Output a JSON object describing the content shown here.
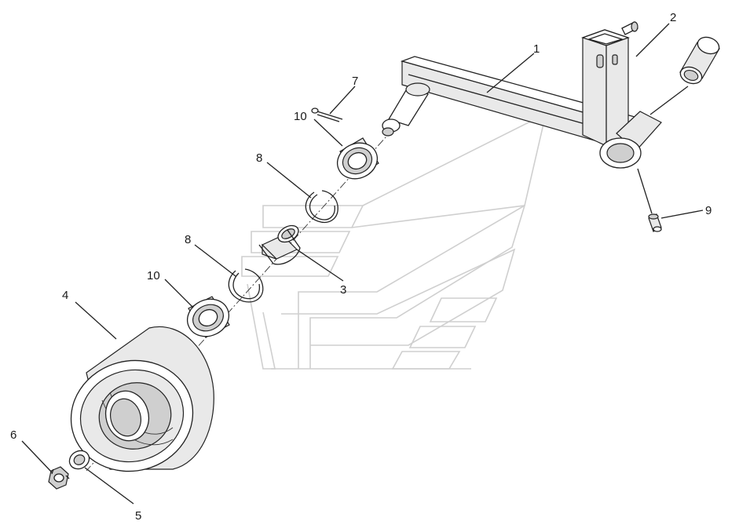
{
  "diagram": {
    "callouts": [
      {
        "id": "part-1",
        "label": "1"
      },
      {
        "id": "part-2",
        "label": "2"
      },
      {
        "id": "part-3",
        "label": "3"
      },
      {
        "id": "part-4",
        "label": "4"
      },
      {
        "id": "part-5",
        "label": "5"
      },
      {
        "id": "part-6",
        "label": "6"
      },
      {
        "id": "part-7",
        "label": "7"
      },
      {
        "id": "part-8a",
        "label": "8"
      },
      {
        "id": "part-8b",
        "label": "8"
      },
      {
        "id": "part-9",
        "label": "9"
      },
      {
        "id": "part-10a",
        "label": "10"
      },
      {
        "id": "part-10b",
        "label": "10"
      }
    ]
  }
}
